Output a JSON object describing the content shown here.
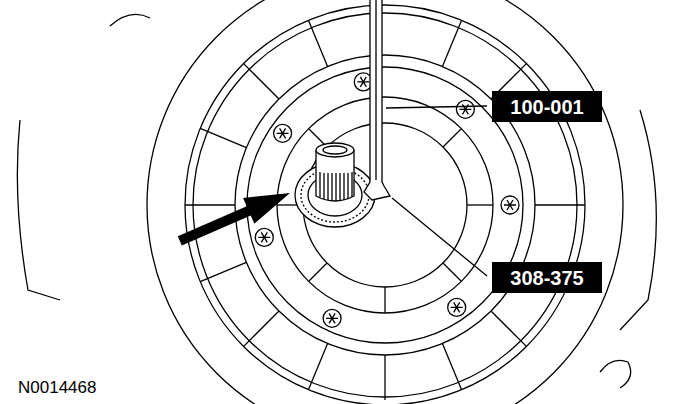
{
  "diagram": {
    "nodes": [
      {
        "text": [
          "100-001"
        ]
      },
      {
        "text": [
          "308-375"
        ]
      }
    ],
    "labels": [
      "N0014468"
    ]
  }
}
